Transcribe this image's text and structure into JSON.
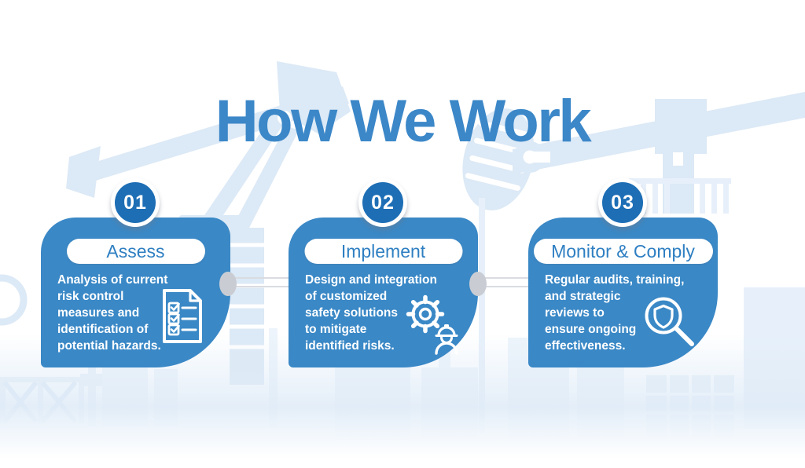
{
  "title": "How We Work",
  "steps": [
    {
      "number": "01",
      "label": "Assess",
      "description": "Analysis of current\nrisk control\nmeasures and\nidentification of\npotential hazards.",
      "icon": "checklist-document-icon"
    },
    {
      "number": "02",
      "label": "Implement",
      "description": "Design and integration\nof customized\nsafety solutions\nto mitigate\nidentified risks.",
      "icon": "gear-engineer-icon"
    },
    {
      "number": "03",
      "label": "Monitor & Comply",
      "description": "Regular audits, training,\nand strategic\nreviews to\nensure ongoing\neffectiveness.",
      "icon": "shield-magnifier-icon"
    }
  ],
  "colors": {
    "card_blue": "#3a88c6",
    "badge_blue": "#1d6eb5",
    "title_blue": "#3b87c8",
    "pill_text_blue": "#2e7fc2",
    "connector_gray": "#c9cdd3",
    "silhouette_blue": "#dce9f6"
  }
}
